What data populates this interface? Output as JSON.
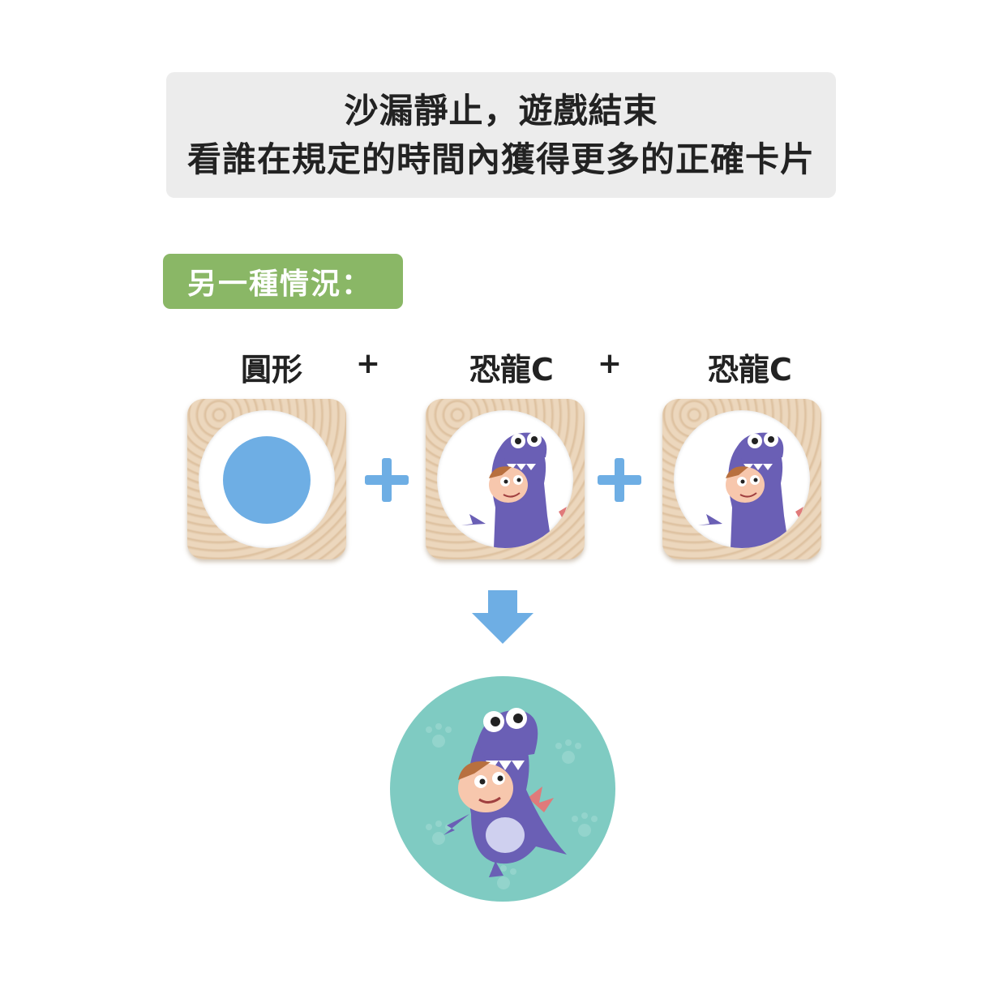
{
  "info": {
    "line1": "沙漏靜止，遊戲結束",
    "line2": "看誰在規定的時間內獲得更多的正確卡片"
  },
  "section_label": "另一種情況：",
  "dice": [
    {
      "label": "圓形",
      "face": "blue-circle"
    },
    {
      "label": "恐龍C",
      "face": "dinosaur-costume-kid"
    },
    {
      "label": "恐龍C",
      "face": "dinosaur-costume-kid"
    }
  ],
  "plus": "+",
  "result_card": {
    "face": "dinosaur-costume-kid"
  },
  "colors": {
    "accent_blue": "#6eaee4",
    "label_green": "#8ab766",
    "card_teal": "#7fcbc2",
    "dino_purple": "#6a5fb5"
  }
}
